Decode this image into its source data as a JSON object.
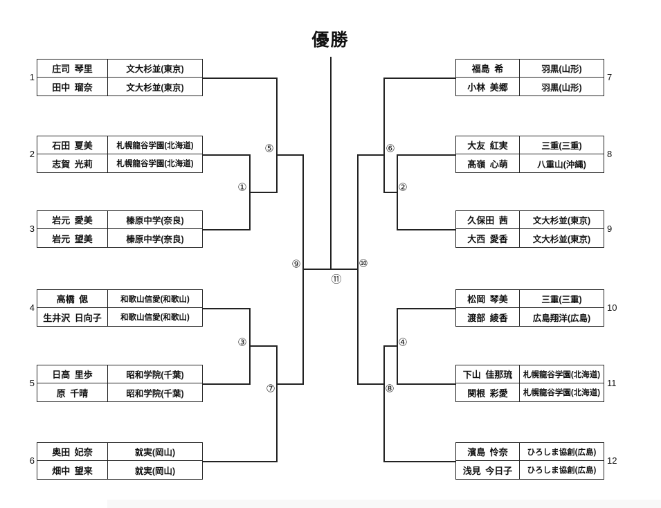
{
  "title": "優勝",
  "entries": [
    {
      "seed": "1",
      "side": "left",
      "players": [
        {
          "name": "庄司 琴里",
          "school": "文大杉並(東京)"
        },
        {
          "name": "田中 瑠奈",
          "school": "文大杉並(東京)"
        }
      ]
    },
    {
      "seed": "2",
      "side": "left",
      "players": [
        {
          "name": "石田 夏美",
          "school": "札幌龍谷学園(北海道)"
        },
        {
          "name": "志賀 光莉",
          "school": "札幌龍谷学園(北海道)"
        }
      ]
    },
    {
      "seed": "3",
      "side": "left",
      "players": [
        {
          "name": "岩元 愛美",
          "school": "榛原中学(奈良)"
        },
        {
          "name": "岩元 望美",
          "school": "榛原中学(奈良)"
        }
      ]
    },
    {
      "seed": "4",
      "side": "left",
      "players": [
        {
          "name": "高橋 偲",
          "school": "和歌山信愛(和歌山)"
        },
        {
          "name": "生井沢 日向子",
          "school": "和歌山信愛(和歌山)"
        }
      ]
    },
    {
      "seed": "5",
      "side": "left",
      "players": [
        {
          "name": "日高 里歩",
          "school": "昭和学院(千葉)"
        },
        {
          "name": "原 千晴",
          "school": "昭和学院(千葉)"
        }
      ]
    },
    {
      "seed": "6",
      "side": "left",
      "players": [
        {
          "name": "奥田 妃奈",
          "school": "就実(岡山)"
        },
        {
          "name": "畑中 望来",
          "school": "就実(岡山)"
        }
      ]
    },
    {
      "seed": "7",
      "side": "right",
      "players": [
        {
          "name": "福島 希",
          "school": "羽黒(山形)"
        },
        {
          "name": "小林 美郷",
          "school": "羽黒(山形)"
        }
      ]
    },
    {
      "seed": "8",
      "side": "right",
      "players": [
        {
          "name": "大友 紅実",
          "school": "三重(三重)"
        },
        {
          "name": "髙嶺 心萌",
          "school": "八重山(沖縄)"
        }
      ]
    },
    {
      "seed": "9",
      "side": "right",
      "players": [
        {
          "name": "久保田 茜",
          "school": "文大杉並(東京)"
        },
        {
          "name": "大西 愛香",
          "school": "文大杉並(東京)"
        }
      ]
    },
    {
      "seed": "10",
      "side": "right",
      "players": [
        {
          "name": "松岡 琴美",
          "school": "三重(三重)"
        },
        {
          "name": "渡部 綾香",
          "school": "広島翔洋(広島)"
        }
      ]
    },
    {
      "seed": "11",
      "side": "right",
      "players": [
        {
          "name": "下山 佳那琉",
          "school": "札幌龍谷学園(北海道)"
        },
        {
          "name": "関根 彩愛",
          "school": "札幌龍谷学園(北海道)"
        }
      ]
    },
    {
      "seed": "12",
      "side": "right",
      "players": [
        {
          "name": "濱島 怜奈",
          "school": "ひろしま協創(広島)"
        },
        {
          "name": "浅見 今日子",
          "school": "ひろしま協創(広島)"
        }
      ]
    }
  ],
  "match_labels": [
    "①",
    "②",
    "③",
    "④",
    "⑤",
    "⑥",
    "⑦",
    "⑧",
    "⑨",
    "⑩",
    "⑪"
  ],
  "colors": {
    "line": "#222222",
    "text": "#111111",
    "background": "#ffffff",
    "strip": "#f8f8f8"
  }
}
